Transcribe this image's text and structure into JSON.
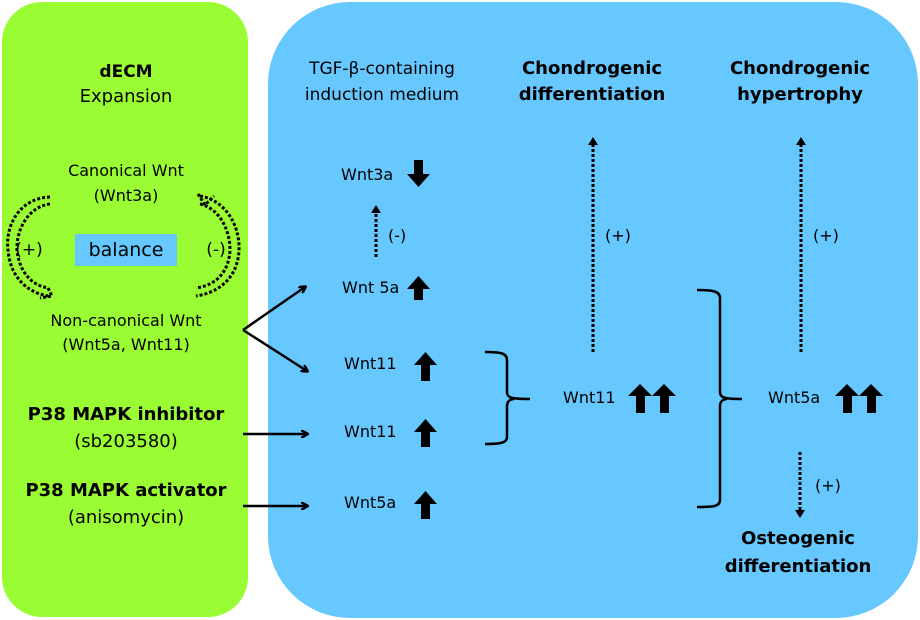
{
  "left_panel": {
    "title": "dECM",
    "subtitle": "Expansion",
    "canonical_label": "Canonical Wnt",
    "canonical_sub": "(Wnt3a)",
    "balance_label": "balance",
    "plus_label": "(+)",
    "minus_label": "(-)",
    "noncanonical_label": "Non-canonical Wnt",
    "noncanonical_sub": "(Wnt5a, Wnt11)",
    "inhibitor_label": "P38 MAPK inhibitor",
    "inhibitor_sub": "(sb203580)",
    "activator_label": "P38 MAPK activator",
    "activator_sub": "(anisomycin)"
  },
  "right_panel": {
    "medium_title_line1": "TGF-β-containing",
    "medium_title_line2": "induction medium",
    "chondro_diff_line1": "Chondrogenic",
    "chondro_diff_line2": "differentiation",
    "chondro_hyper_line1": "Chondrogenic",
    "chondro_hyper_line2": "hypertrophy",
    "osteo_line1": "Osteogenic",
    "osteo_line2": "differentiation",
    "nodes": {
      "wnt3a": "Wnt3a",
      "wnt5a_top": "Wnt 5a",
      "wnt11_a": "Wnt11",
      "wnt11_b": "Wnt11",
      "wnt5a_bottom": "Wnt5a",
      "wnt11_combined": "Wnt11",
      "wnt5a_combined": "Wnt5a"
    },
    "effects": {
      "wnt5a_to_wnt3a": "(-)",
      "wnt11_to_chondro": "(+)",
      "wnt5a_to_hypertrophy": "(+)",
      "wnt5a_to_osteo": "(+)"
    }
  },
  "colors": {
    "left_panel_bg": "#9afc32",
    "right_panel_bg": "#66c8fe",
    "balance_bg": "#66c8fe"
  }
}
